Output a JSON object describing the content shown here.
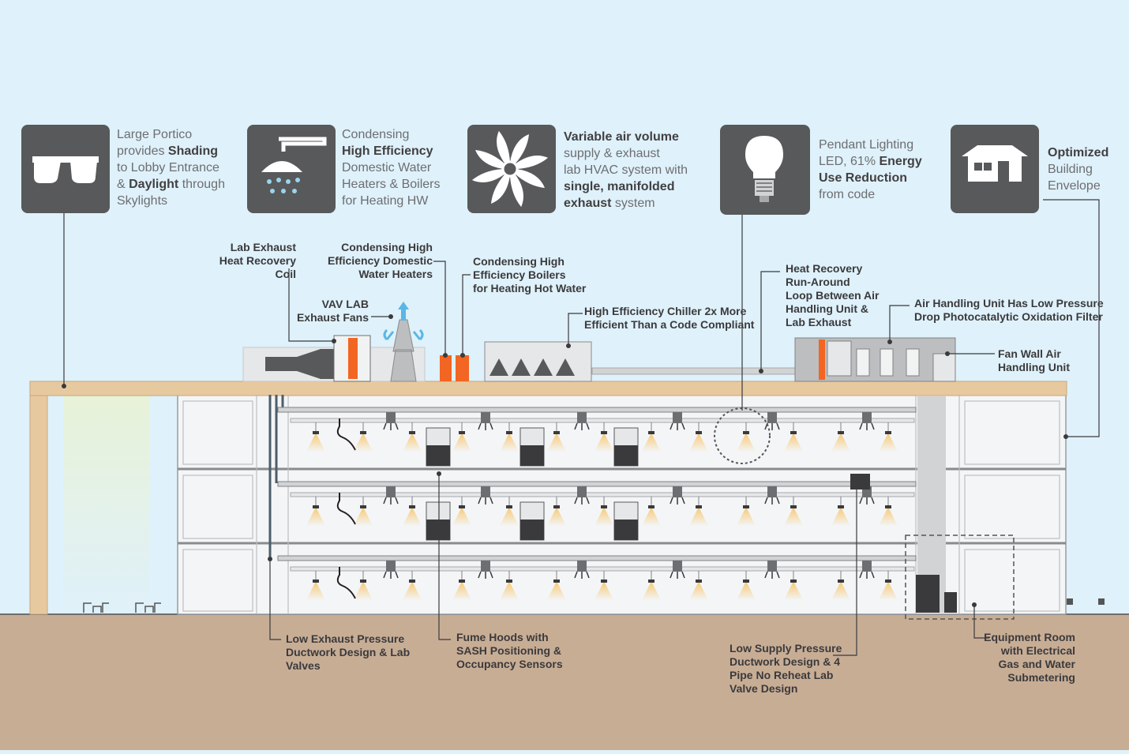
{
  "features": [
    {
      "id": "portico",
      "icon": "sunglasses-icon",
      "parts": [
        [
          "Large Portico",
          false
        ],
        [
          "\nprovides ",
          false
        ],
        [
          "Shading",
          true
        ],
        [
          "\nto Lobby Entrance\n& ",
          false
        ],
        [
          "Daylight",
          true
        ],
        [
          " through\nSkylights",
          false
        ]
      ]
    },
    {
      "id": "water-heaters",
      "icon": "shower-icon",
      "parts": [
        [
          "Condensing",
          false
        ],
        [
          "\n",
          false
        ],
        [
          "High Efficiency",
          true
        ],
        [
          "\nDomestic Water\nHeaters & Boilers\nfor Heating HW",
          false
        ]
      ]
    },
    {
      "id": "vav",
      "icon": "fan-icon",
      "parts": [
        [
          "Variable air volume",
          true
        ],
        [
          "\nsupply & exhaust\nlab HVAC system with\n",
          false
        ],
        [
          "single, manifolded",
          true
        ],
        [
          "\n",
          false
        ],
        [
          "exhaust",
          true
        ],
        [
          " system",
          false
        ]
      ]
    },
    {
      "id": "lighting",
      "icon": "lightbulb-icon",
      "parts": [
        [
          "Pendant Lighting\nLED, 61% ",
          false
        ],
        [
          "Energy",
          true
        ],
        [
          "\n",
          false
        ],
        [
          "Use Reduction",
          true
        ],
        [
          "\nfrom code",
          false
        ]
      ]
    },
    {
      "id": "envelope",
      "icon": "house-icon",
      "parts": [
        [
          "Optimized",
          true
        ],
        [
          "\nBuilding\nEnvelope",
          false
        ]
      ]
    }
  ],
  "callouts": {
    "lab_exhaust_coil": "Lab Exhaust\nHeat Recovery Coil",
    "condensing_water_heaters": "Condensing High\nEfficiency Domestic\nWater Heaters",
    "condensing_boilers": "Condensing High\nEfficiency Boilers\nfor Heating Hot Water",
    "vav_fans": "VAV LAB\nExhaust Fans",
    "chiller": "High Efficiency Chiller 2x More\nEfficient Than a Code Compliant",
    "heat_recovery_loop": "Heat Recovery\nRun-Around\nLoop Between Air\nHandling Unit &\nLab Exhaust",
    "ahu_filter": "Air Handling Unit Has Low Pressure\nDrop Photocatalytic Oxidation Filter",
    "fan_wall": "Fan Wall Air\nHandling Unit",
    "low_exhaust": "Low Exhaust Pressure\nDuctwork Design & Lab\nValves",
    "fume_hoods": "Fume Hoods with\nSASH Positioning &\nOccupancy Sensors",
    "low_supply": "Low Supply Pressure\nDuctwork Design & 4\nPipe No Reheat Lab\nValve Design",
    "equipment_room": "Equipment Room\nwith Electrical\nGas and Water\nSubmetering"
  },
  "colors": {
    "sky": "#dff1fa",
    "ground": "#c8ad95",
    "roof": "#e7c9a0",
    "tile": "#58595b",
    "accent_orange": "#f26522",
    "duct": "#a7a9ac",
    "light_glow": "#f7c56a"
  }
}
